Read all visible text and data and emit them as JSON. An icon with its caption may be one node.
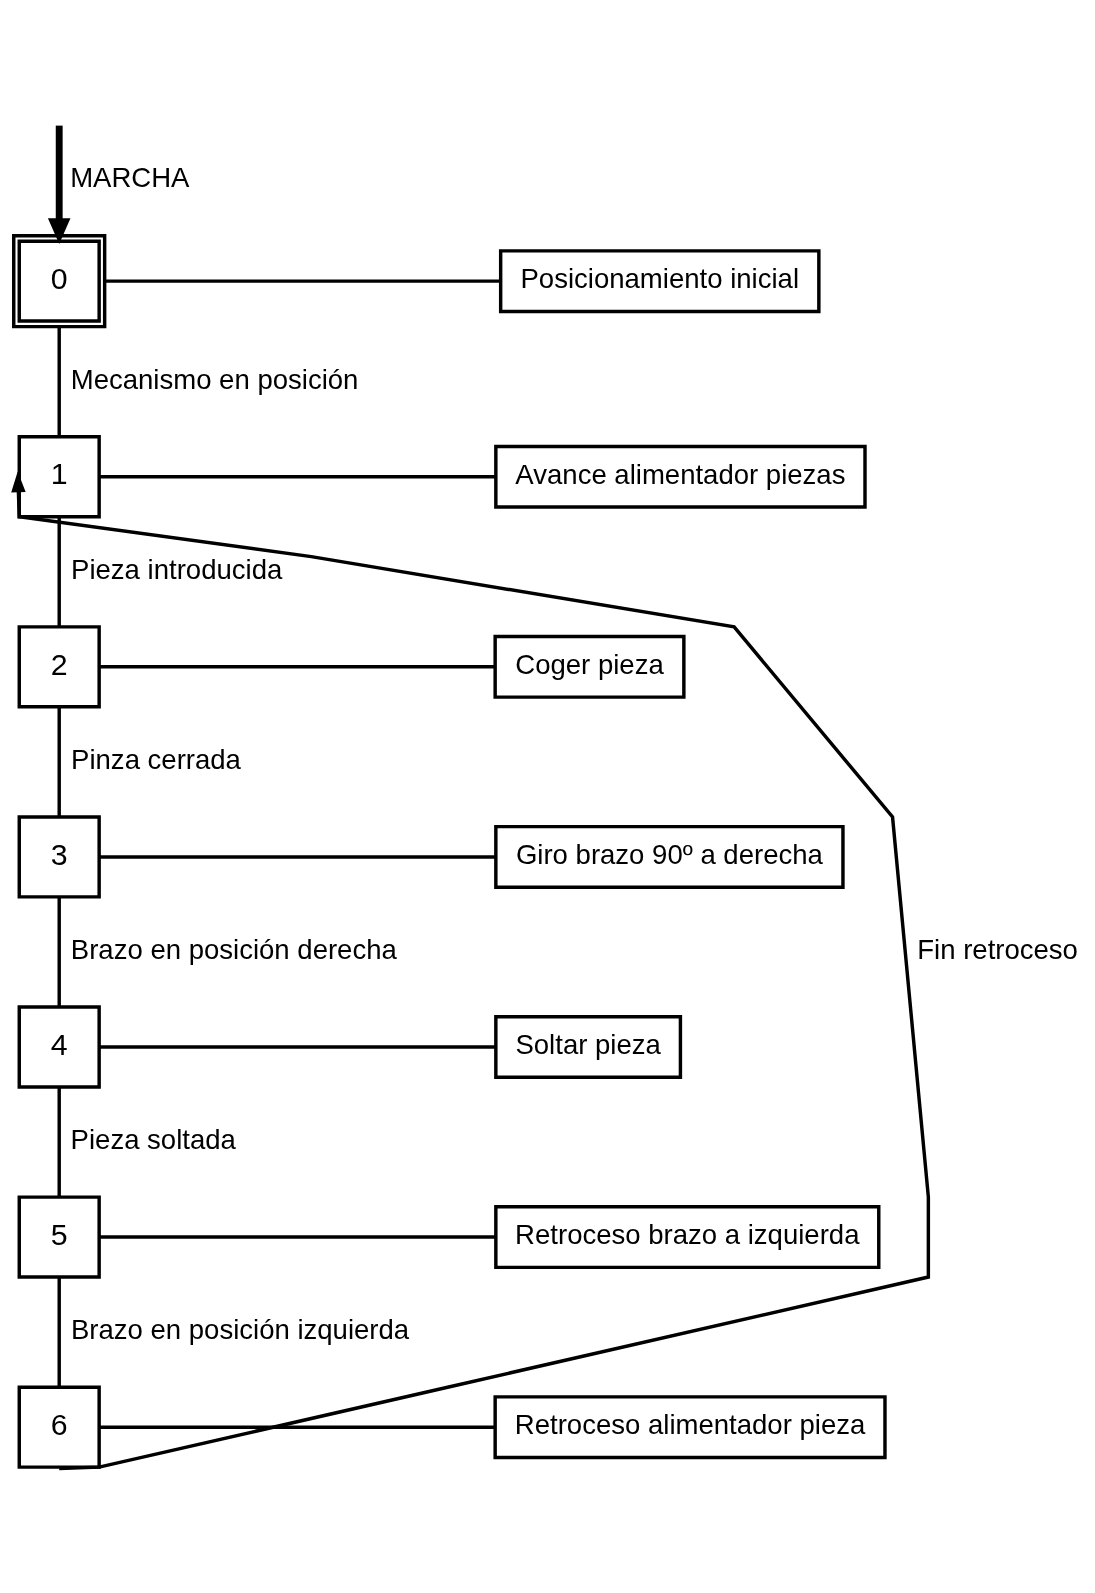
{
  "diagram": {
    "nodes": [
      {
        "text": [
          "0"
        ]
      },
      {
        "text": [
          "Posicionamiento inicial"
        ]
      },
      {
        "text": [
          "1"
        ]
      },
      {
        "text": [
          "Avance alimentador piezas"
        ]
      },
      {
        "text": [
          "2"
        ]
      },
      {
        "text": [
          "Coger pieza"
        ]
      },
      {
        "text": [
          "3"
        ]
      },
      {
        "text": [
          "Giro brazo 90º a derecha"
        ]
      },
      {
        "text": [
          "4"
        ]
      },
      {
        "text": [
          "Soltar pieza"
        ]
      },
      {
        "text": [
          "5"
        ]
      },
      {
        "text": [
          "Retroceso brazo a izquierda"
        ]
      },
      {
        "text": [
          "6"
        ]
      },
      {
        "text": [
          "Retroceso alimentador pieza"
        ]
      }
    ],
    "edges": [
      {
        "from": null,
        "to": 0,
        "arrow": "to",
        "label": "MARCHA",
        "style": "thick"
      },
      {
        "from": 0,
        "to": 1,
        "arrow": "none"
      },
      {
        "from": 0,
        "to": 2,
        "arrow": "none",
        "label": "Mecanismo en posición"
      },
      {
        "from": 2,
        "to": 3,
        "arrow": "none"
      },
      {
        "from": 2,
        "to": 4,
        "arrow": "none",
        "label": "Pieza introducida"
      },
      {
        "from": 4,
        "to": 5,
        "arrow": "none"
      },
      {
        "from": 4,
        "to": 6,
        "arrow": "none",
        "label": "Pinza cerrada"
      },
      {
        "from": 6,
        "to": 7,
        "arrow": "none"
      },
      {
        "from": 6,
        "to": 8,
        "arrow": "none",
        "label": "Brazo en posición derecha"
      },
      {
        "from": 8,
        "to": 9,
        "arrow": "none"
      },
      {
        "from": 8,
        "to": 10,
        "arrow": "none",
        "label": "Pieza soltada"
      },
      {
        "from": 10,
        "to": 11,
        "arrow": "none"
      },
      {
        "from": 10,
        "to": 12,
        "arrow": "none",
        "label": "Brazo en posición izquierda"
      },
      {
        "from": 12,
        "to": 13,
        "arrow": "none"
      },
      {
        "from": 12,
        "to": 2,
        "arrow": "to",
        "label": "Fin retroceso"
      }
    ]
  }
}
